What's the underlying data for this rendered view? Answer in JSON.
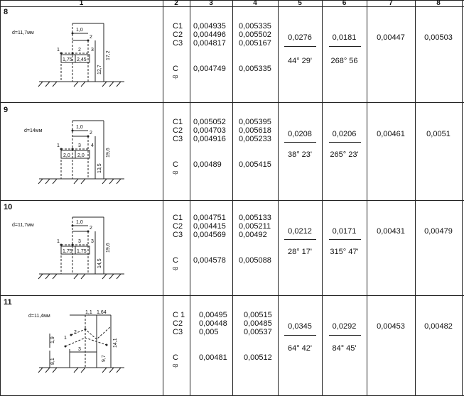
{
  "header": [
    "1",
    "2",
    "3",
    "4",
    "5",
    "6",
    "7",
    "8"
  ],
  "rows": [
    {
      "num": "8",
      "diameter": "d=11,7мм",
      "dims": [
        "1,0",
        "2",
        "1",
        "2",
        "3",
        "1,75",
        "2,45",
        "12,7",
        "17,2"
      ],
      "labels": [
        "C1",
        "C2",
        "C3",
        "C"
      ],
      "cp": "ср",
      "col3": [
        "0,004935",
        "0,004496",
        "0,004817",
        "0,004749"
      ],
      "col4": [
        "0,005335",
        "0,005502",
        "0,005167",
        "0,005335"
      ],
      "col5": {
        "top": "0,0276",
        "bottom": "44° 29'"
      },
      "col6": {
        "top": "0,0181",
        "bottom": "268° 56"
      },
      "col7": "0,00447",
      "col8": "0,00503"
    },
    {
      "num": "9",
      "diameter": "d=14мм",
      "dims": [
        "1,0",
        "2",
        "1",
        "3",
        "4",
        "2,0",
        "2,0",
        "13,5",
        "19,6"
      ],
      "labels": [
        "C1",
        "C2",
        "C3",
        "C"
      ],
      "cp": "ср",
      "col3": [
        "0,005052",
        "0,004703",
        "0,004916",
        "0,00489"
      ],
      "col4": [
        "0,005395",
        "0,005618",
        "0,005233",
        "0,005415"
      ],
      "col5": {
        "top": "0,0208",
        "bottom": "38° 23'"
      },
      "col6": {
        "top": "0,0206",
        "bottom": "265° 23'"
      },
      "col7": "0,00461",
      "col8": "0,0051"
    },
    {
      "num": "10",
      "diameter": "d=11,7мм",
      "dims": [
        "1,0",
        "2",
        "1",
        "3",
        "3",
        "1,75",
        "1,75",
        "14,5",
        "19,6"
      ],
      "labels": [
        "C1",
        "C2",
        "C3",
        "C"
      ],
      "cp": "ср",
      "col3": [
        "0,004751",
        "0,004415",
        "0,004569",
        "0,004578"
      ],
      "col4": [
        "0,005133",
        "0,005211",
        "0,00492",
        "0,005088"
      ],
      "col5": {
        "top": "0,0212",
        "bottom": "28° 17'"
      },
      "col6": {
        "top": "0,0171",
        "bottom": "315° 47'"
      },
      "col7": "0,00431",
      "col8": "0,00479"
    },
    {
      "num": "11",
      "diameter": "d=11,4мм",
      "dims": [
        "1,1",
        "1,64",
        "2",
        "1",
        "3",
        "1,9",
        "8,1",
        "9,7",
        "14,1"
      ],
      "labels": [
        "C 1",
        "C2",
        "C3",
        "C"
      ],
      "cp": "ср",
      "col3": [
        "0,00495",
        "0,00448",
        "0,005",
        "0,00481"
      ],
      "col4": [
        "0,00515",
        "0,00485",
        "0,00537",
        "0,00512"
      ],
      "col5": {
        "top": "0,0345",
        "bottom": "64° 42'"
      },
      "col6": {
        "top": "0,0292",
        "bottom": "84° 45'"
      },
      "col7": "0,00453",
      "col8": "0,00482"
    }
  ]
}
